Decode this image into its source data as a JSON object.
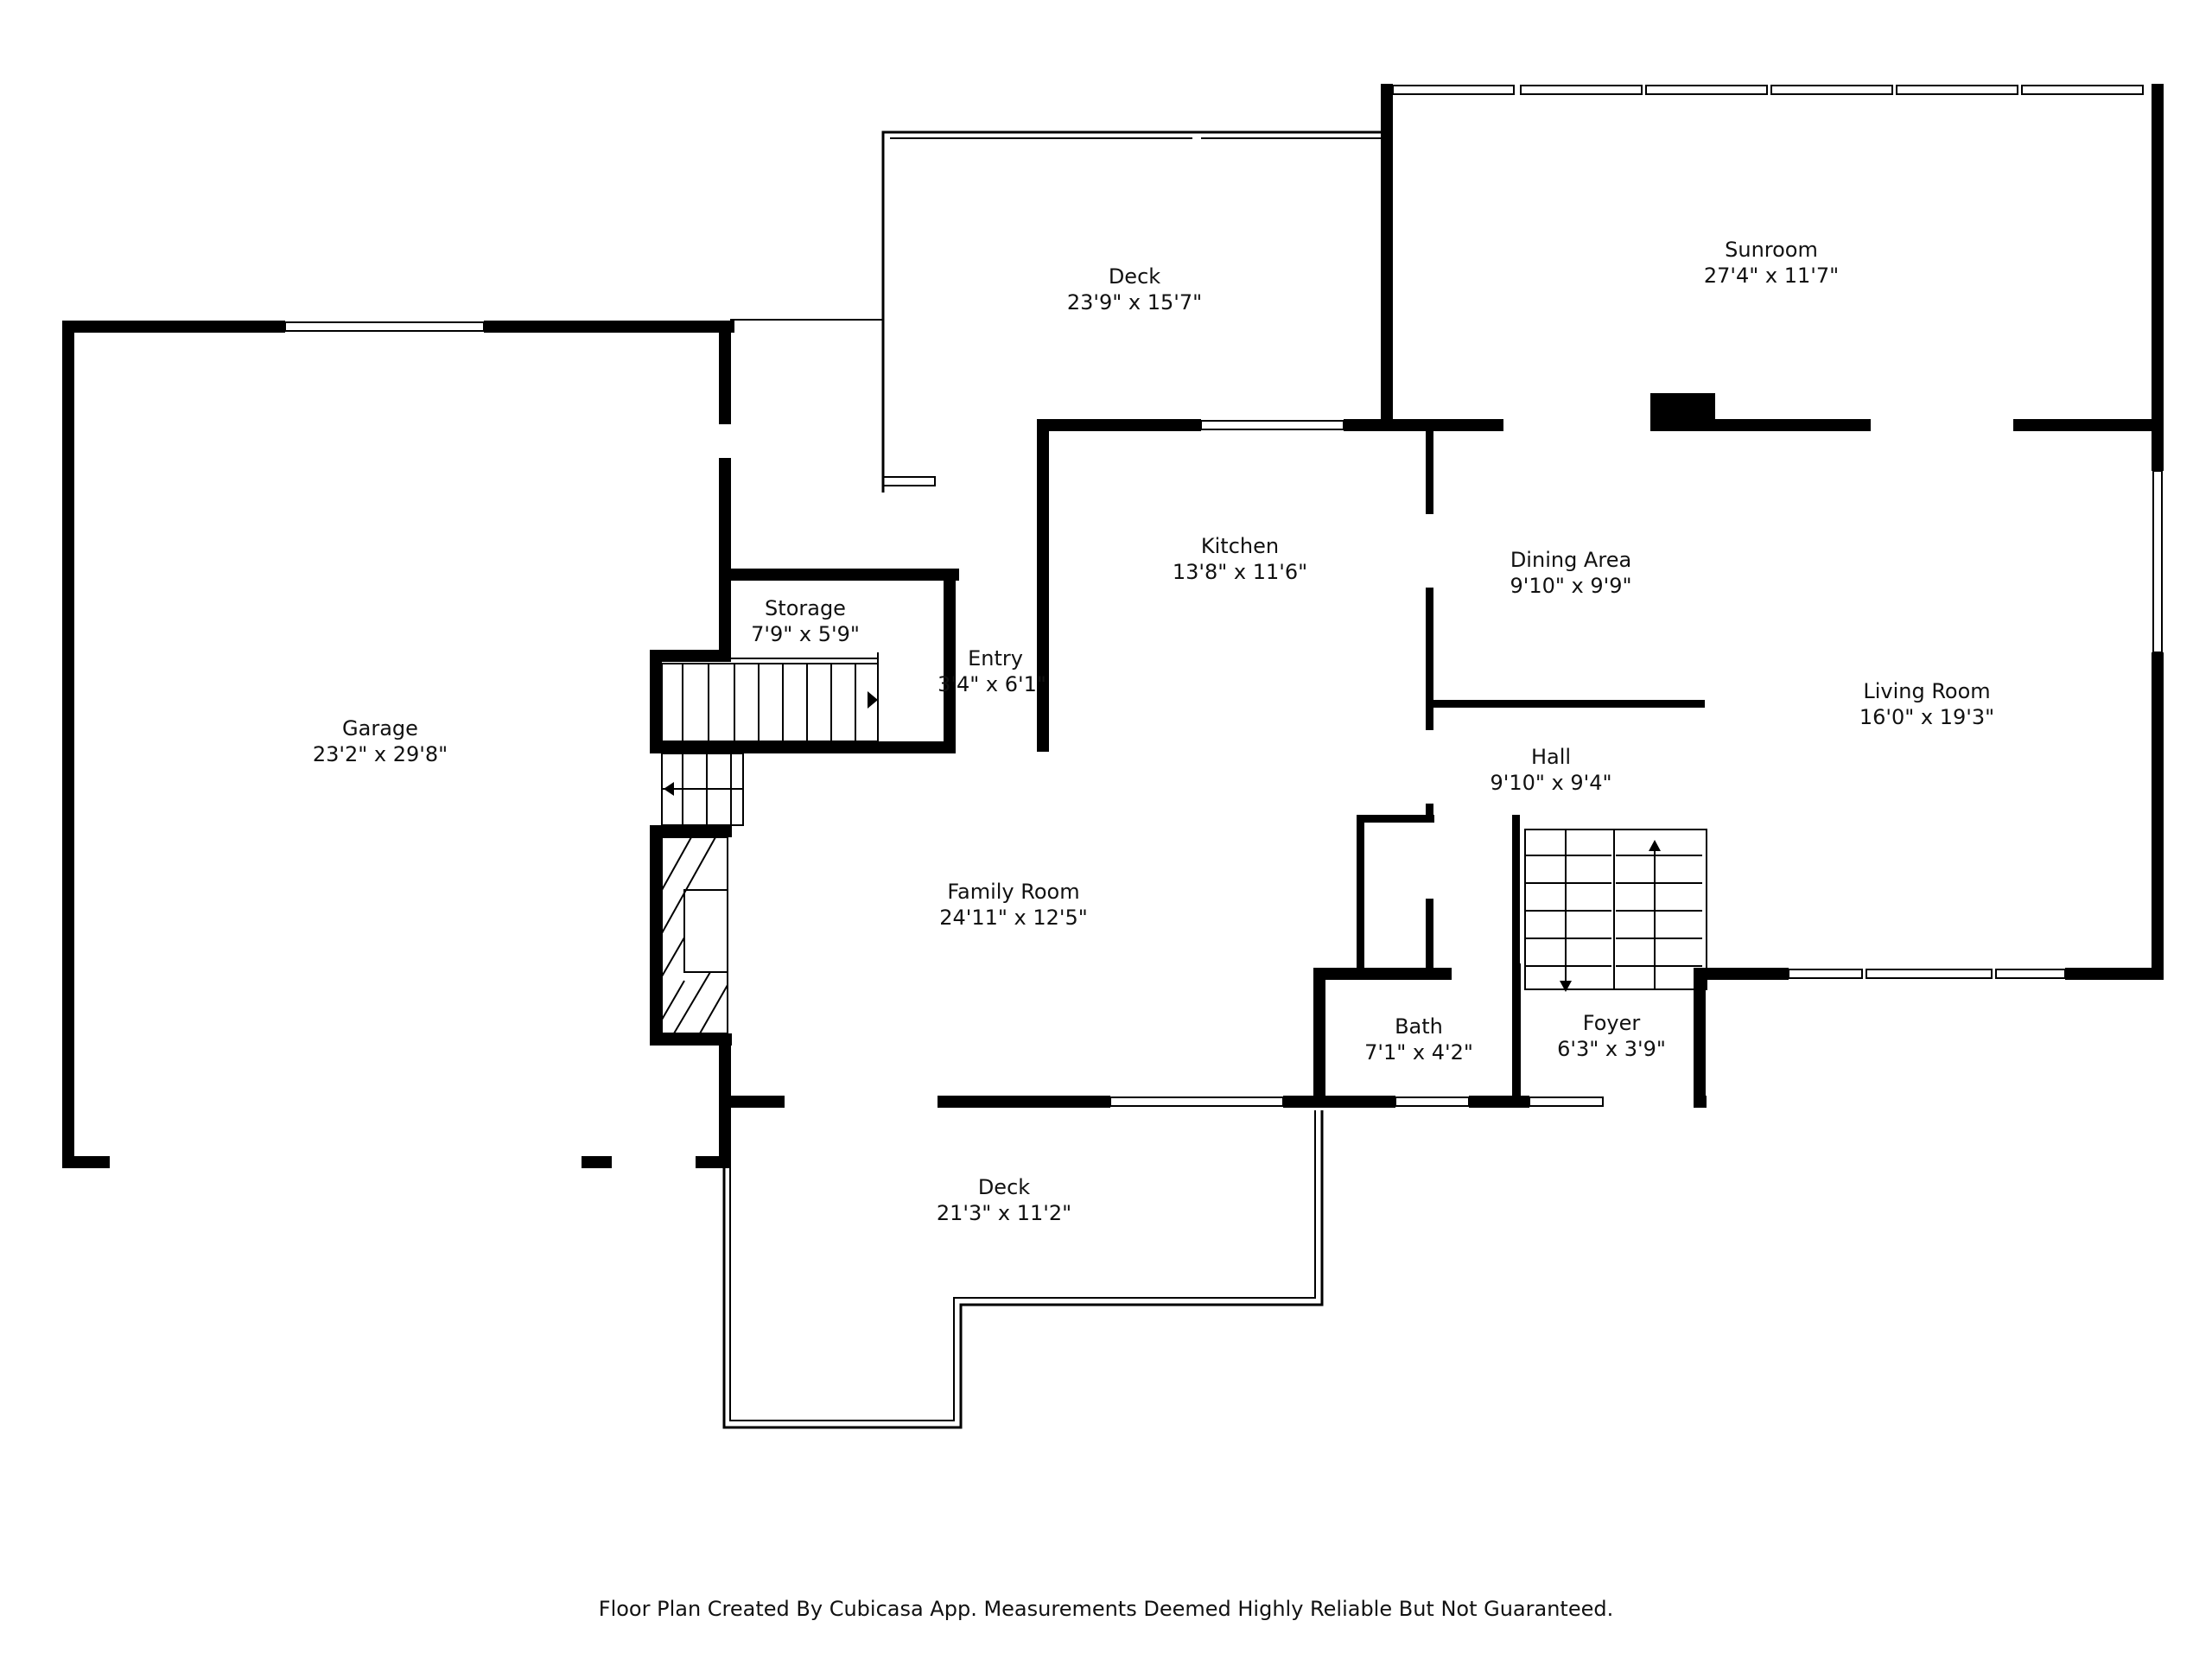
{
  "rooms": [
    {
      "name": "Garage",
      "size": "23'2\" x 29'8\""
    },
    {
      "name": "Deck",
      "size": "23'9\" x 15'7\""
    },
    {
      "name": "Sunroom",
      "size": "27'4\" x 11'7\""
    },
    {
      "name": "Storage",
      "size": "7'9\" x 5'9\""
    },
    {
      "name": "Entry",
      "size": "3'4\" x 6'1\""
    },
    {
      "name": "Kitchen",
      "size": "13'8\" x 11'6\""
    },
    {
      "name": "Dining Area",
      "size": "9'10\" x 9'9\""
    },
    {
      "name": "Living Room",
      "size": "16'0\" x 19'3\""
    },
    {
      "name": "Hall",
      "size": "9'10\" x 9'4\""
    },
    {
      "name": "Family Room",
      "size": "24'11\" x 12'5\""
    },
    {
      "name": "Bath",
      "size": "7'1\" x 4'2\""
    },
    {
      "name": "Foyer",
      "size": "6'3\" x 3'9\""
    },
    {
      "name": "Deck",
      "size": "21'3\" x 11'2\""
    }
  ],
  "footer": "Floor Plan Created By Cubicasa App. Measurements Deemed Highly Reliable But Not Guaranteed.",
  "colors": {
    "wall": "#000000",
    "background": "#ffffff",
    "text": "#111111"
  }
}
